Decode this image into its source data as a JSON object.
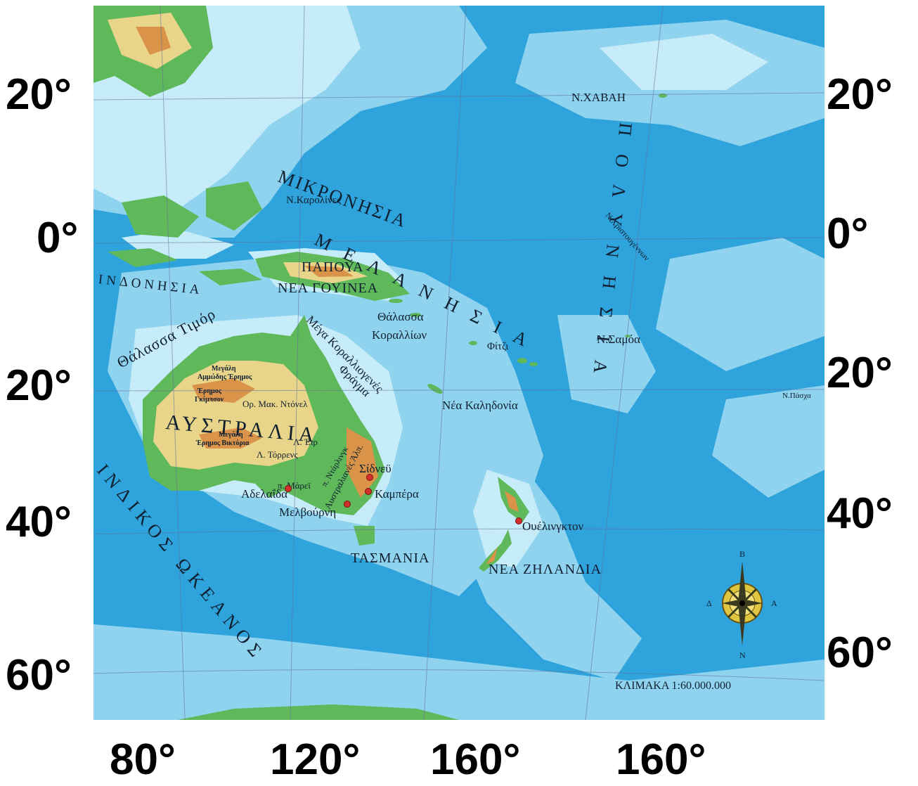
{
  "frame": {
    "left_lat": [
      "20°",
      "0°",
      "20°",
      "40°",
      "60°"
    ],
    "right_lat": [
      "20°",
      "0°",
      "20°",
      "40°",
      "60°"
    ],
    "bottom_lon": [
      "80°",
      "120°",
      "160°",
      "160°"
    ]
  },
  "labels": {
    "micronesia": "ΜΙΚΡΟΝΗΣΙΑ",
    "melanesia": "ΜΕΛΑΝΗΣΙΑ",
    "polynesia": "ΠΟΛΥΝΗΣΙΑ",
    "indonesia": "ΙΝΔΟΝΗΣΙΑ",
    "timor_sea": "Θάλασσα Τιμόρ",
    "indian_ocean": "ΙΝΔΙΚΟΣ ΩΚΕΑΝΟΣ",
    "hawaii": "Ν.ΧΑΒΑΗ",
    "carolines": "Ν.Καρολίνες",
    "christmas": "Ν.Χριστουγέννων",
    "papua_1": "ΠΑΠΟΥΑ",
    "papua_2": "ΝΕΑ ΓΟΥΙΝΕΑ",
    "coral_sea_1": "Θάλασσα",
    "coral_sea_2": "Κοραλλίων",
    "reef_1": "Μέγα Κοραλλιογενές",
    "reef_2": "Φράγμα",
    "fiji": "Φίτζι",
    "samoa": "Ν.Σαμόα",
    "easter": "Ν.Πάσχα",
    "new_caledonia": "Νέα Καληδονία",
    "australia": "ΑΥΣΤΡΑΛΙΑ",
    "sandy_desert_1": "Μεγάλη",
    "sandy_desert_2": "Αμμώδης Έρημος",
    "gibson_1": "Έρημος",
    "gibson_2": "Γκίμπσον",
    "macdonnell": "Ορ. Μακ. Ντόνελ",
    "victoria_1": "Μεγάλη",
    "victoria_2": "Έρημος Βικτόρια",
    "lake_eyre": "Λ. Έιρ",
    "lake_torrens": "Λ. Τόρρενς",
    "darling": "π. Ντάρλινγκ",
    "murray": "π. Μάρεϊ",
    "alps": "Αυστραλιανές Άλπ.",
    "sydney": "Σίδνεϋ",
    "canberra": "Καμπέρα",
    "adelaide": "Αδελαΐδα",
    "melbourne": "Μελβούρνη",
    "wellington": "Ουέλινγκτον",
    "tasmania": "ΤΑΣΜΑΝΙΑ",
    "new_zealand": "ΝΕΑ ΖΗΛΑΝΔΙΑ",
    "scale": "ΚΛΙΜΑΚΑ 1:60.000.000"
  },
  "compass": {
    "north": "Β",
    "south": "Ν",
    "east": "Α",
    "west": "Δ"
  },
  "colors": {
    "deep_ocean": "#2fa3dc",
    "shallow": "#8fd3ef",
    "shelf": "#c7ecf9",
    "lowland": "#5fb85a",
    "upland": "#e8d58a",
    "highland": "#d9944a",
    "city": "#d4302a"
  }
}
